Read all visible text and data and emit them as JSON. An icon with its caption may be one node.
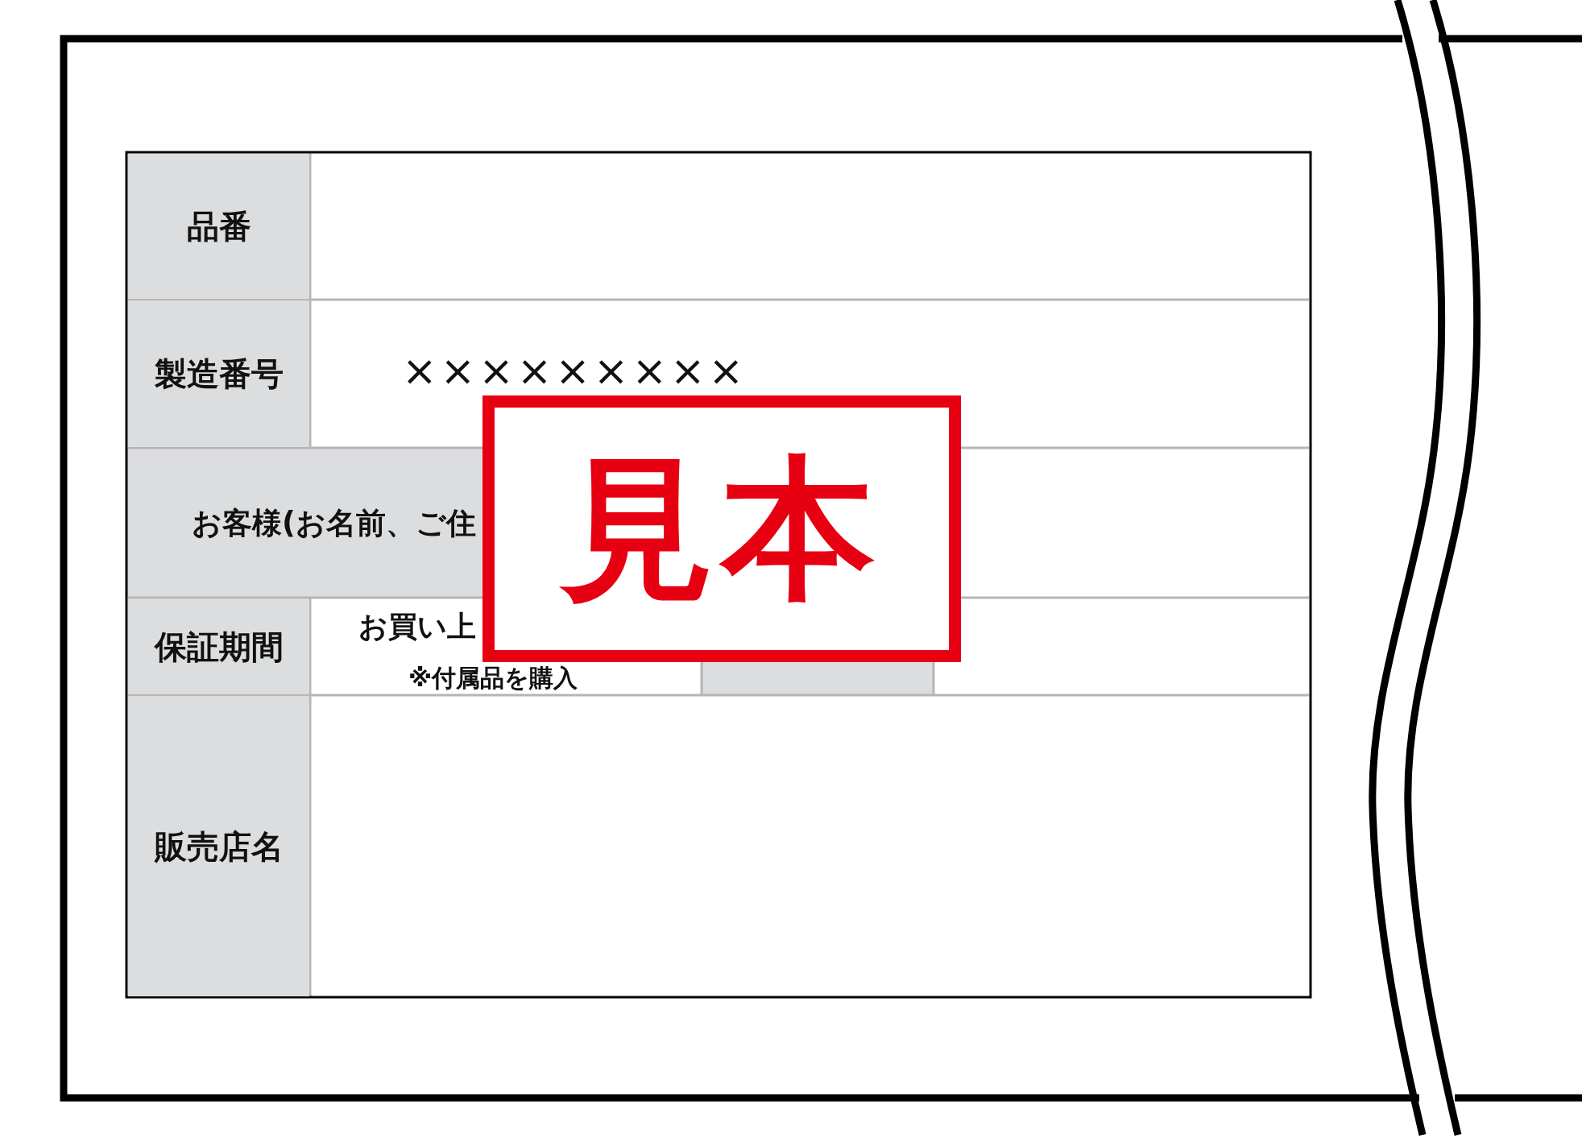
{
  "diagram": {
    "labels": [
      "品番",
      "製造番号",
      "×××××××××",
      "お客様(お名前、ご住",
      "見本",
      "保証期間",
      "お買い上",
      "※付属品を購入",
      "販売店名"
    ]
  }
}
